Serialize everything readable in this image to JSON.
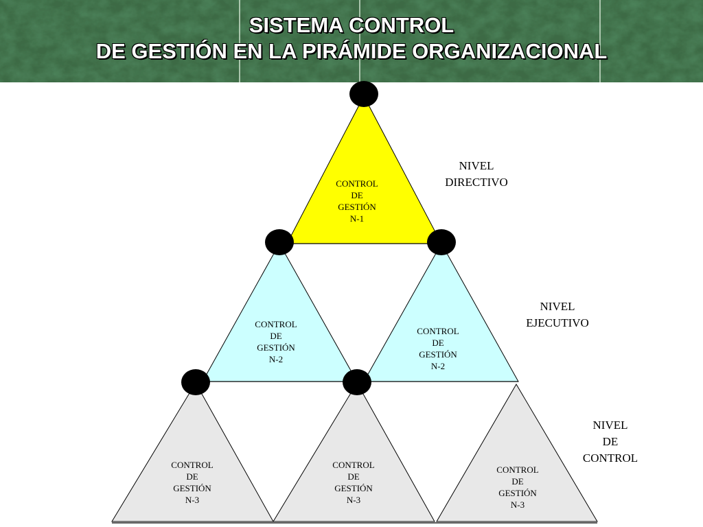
{
  "title": {
    "line1": "SISTEMA CONTROL",
    "line2": "DE GESTIÓN EN LA PIRÁMIDE ORGANIZACIONAL"
  },
  "colors": {
    "header_green": "#2f5a36",
    "level1_fill": "#ffff00",
    "level2_fill": "#ccffff",
    "level3_fill": "#e8e8e8",
    "node": "#000000"
  },
  "triangles": [
    {
      "lines": [
        "CONTROL",
        "DE",
        "GESTIÓN",
        "N-1"
      ]
    },
    {
      "lines": [
        "CONTROL",
        "DE",
        "GESTIÓN",
        "N-2"
      ]
    },
    {
      "lines": [
        "CONTROL",
        "DE",
        "GESTIÓN",
        "N-2"
      ]
    },
    {
      "lines": [
        "CONTROL",
        "DE",
        "GESTIÓN",
        "N-3"
      ]
    },
    {
      "lines": [
        "CONTROL",
        "DE",
        "GESTIÓN",
        "N-3"
      ]
    },
    {
      "lines": [
        "CONTROL",
        "DE",
        "GESTIÓN",
        "N-3"
      ]
    }
  ],
  "levels": {
    "directivo": [
      "NIVEL",
      "DIRECTIVO"
    ],
    "ejecutivo": [
      "NIVEL",
      "EJECUTIVO"
    ],
    "control": [
      "NIVEL",
      "DE",
      "CONTROL"
    ]
  }
}
